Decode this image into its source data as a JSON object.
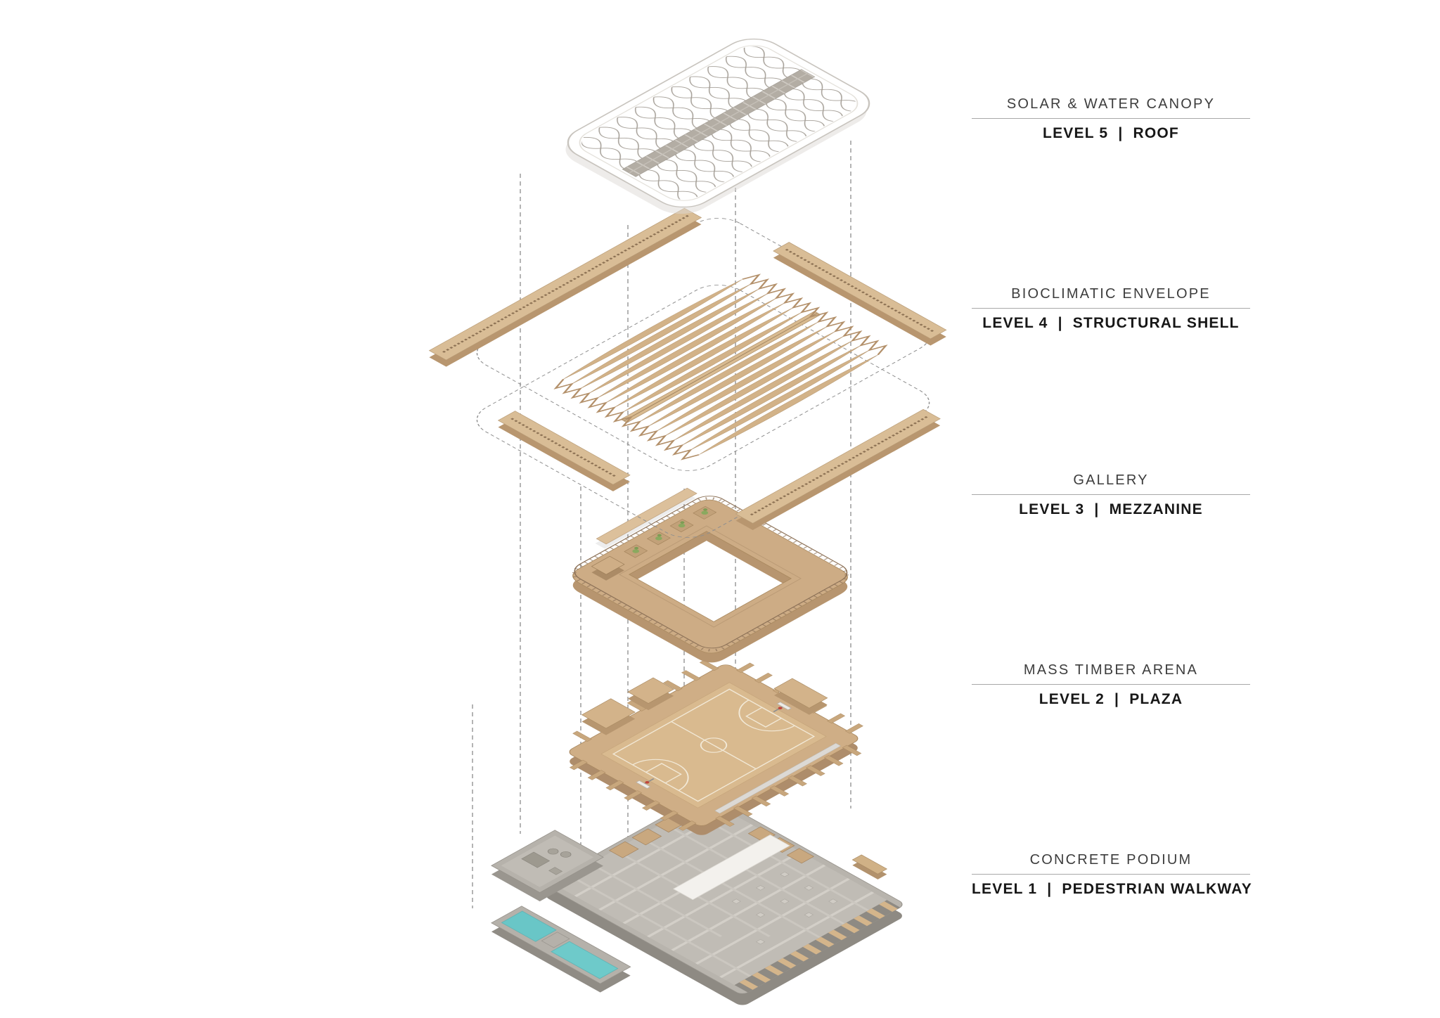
{
  "page": {
    "background": "#ffffff"
  },
  "diagram": {
    "name": "Exploded axonometric building diagram",
    "projection": "isometric-exploded",
    "layers": [
      "solar-water-canopy",
      "bioclimatic-envelope-structural-shell",
      "gallery-mezzanine",
      "mass-timber-arena",
      "concrete-podium"
    ]
  },
  "labels": [
    {
      "title": "SOLAR & WATER CANOPY",
      "level": "LEVEL 5  |  ROOF"
    },
    {
      "title": "BIOCLIMATIC ENVELOPE",
      "level": "LEVEL 4  |  STRUCTURAL SHELL"
    },
    {
      "title": "GALLERY",
      "level": "LEVEL 3  |  MEZZANINE"
    },
    {
      "title": "MASS TIMBER ARENA",
      "level": "LEVEL 2  |  PLAZA"
    },
    {
      "title": "CONCRETE PODIUM",
      "level": "LEVEL 1  |  PEDESTRIAN WALKWAY"
    }
  ],
  "colors": {
    "timber_light": "#d9bd96",
    "timber": "#cfae86",
    "timber_deep": "#ad8e68",
    "concrete": "#b8b4ad",
    "concrete_dark": "#8e8a83",
    "pool_water": "#69c6c7",
    "canopy_mesh": "#a49e96",
    "dashed_line": "#8c8c8c",
    "divider": "#a8a8a8",
    "title_text": "#3d3d3d",
    "level_text": "#171717"
  }
}
